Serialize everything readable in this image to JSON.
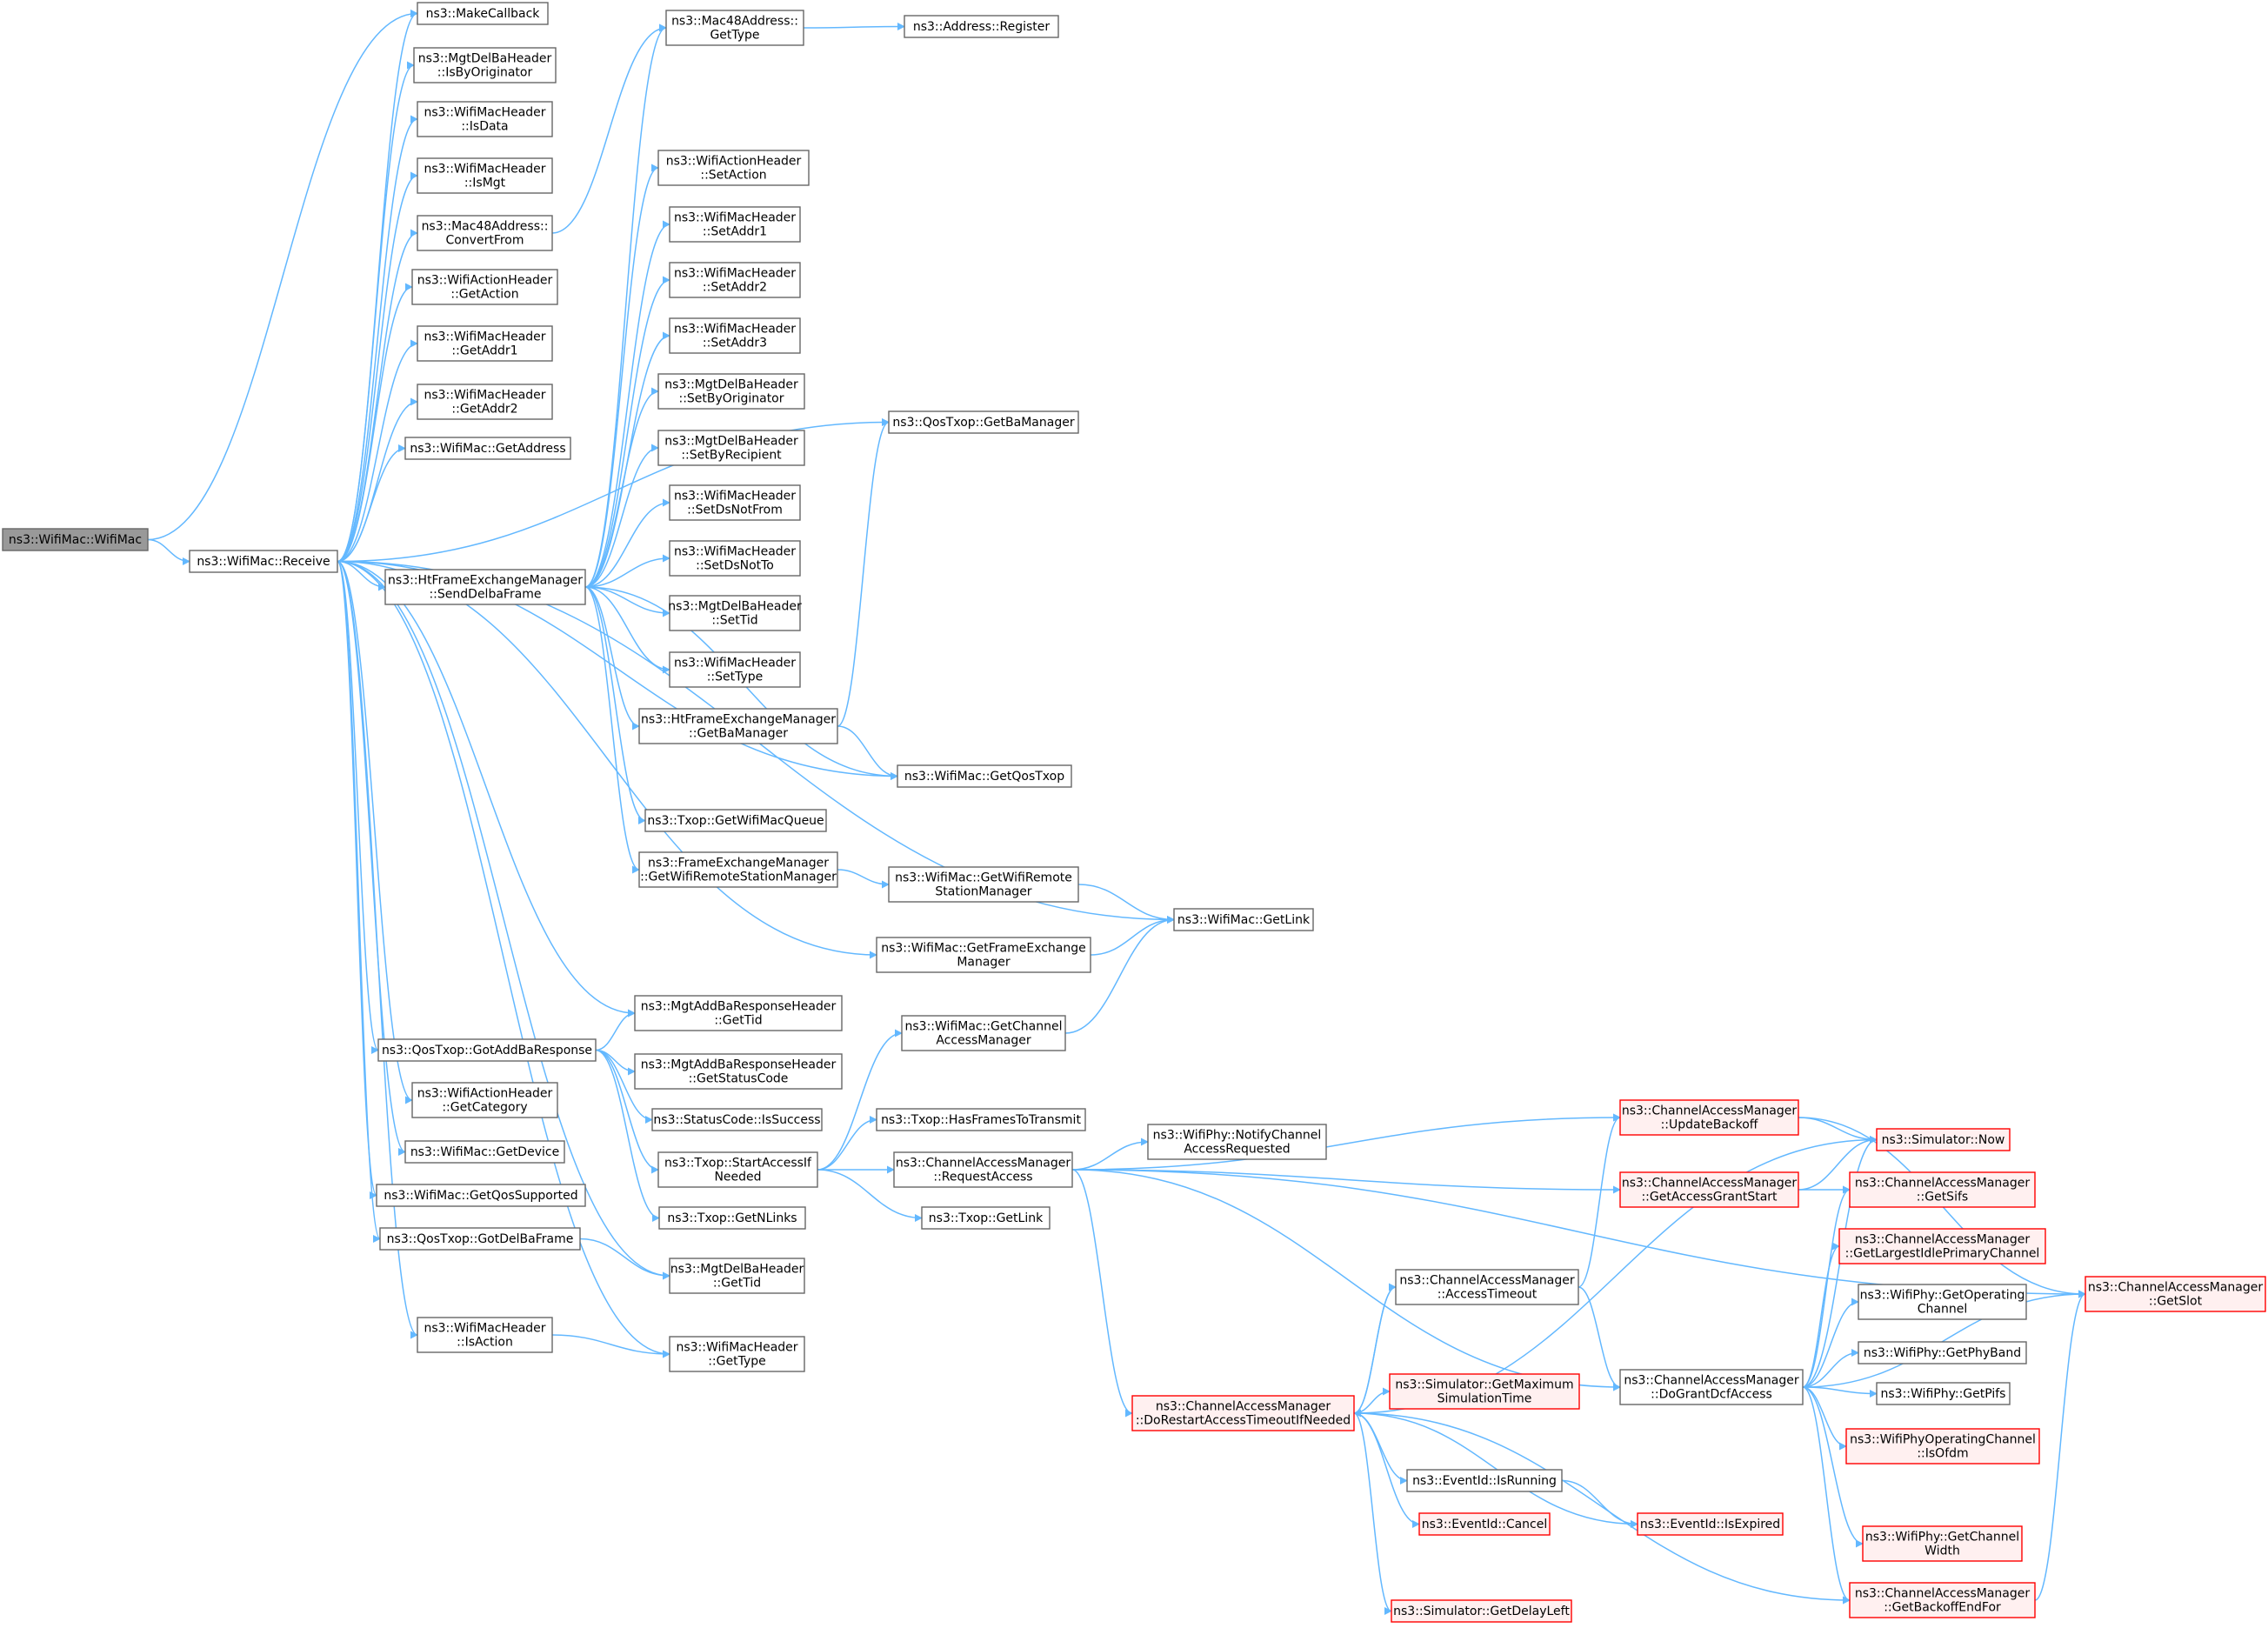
{
  "colors": {
    "edge": "#63b8ff",
    "node_border": "#666666",
    "node_fill": "#ffffff",
    "root_fill": "#999999",
    "root_border": "#666666",
    "truncated_border": "#ff0000",
    "truncated_fill": "#fff0f0",
    "text": "#000000"
  },
  "nodes": [
    {
      "id": "wifimac",
      "lines": [
        "ns3::WifiMac::WifiMac"
      ],
      "style": "root"
    },
    {
      "id": "receive",
      "lines": [
        "ns3::WifiMac::Receive"
      ],
      "style": "normal"
    },
    {
      "id": "makecallback",
      "lines": [
        "ns3::MakeCallback"
      ],
      "style": "normal"
    },
    {
      "id": "isbyoriginator",
      "lines": [
        "ns3::MgtDelBaHeader",
        "::IsByOriginator"
      ],
      "style": "normal"
    },
    {
      "id": "isdata",
      "lines": [
        "ns3::WifiMacHeader",
        "::IsData"
      ],
      "style": "normal"
    },
    {
      "id": "ismgt",
      "lines": [
        "ns3::WifiMacHeader",
        "::IsMgt"
      ],
      "style": "normal"
    },
    {
      "id": "convertfrom",
      "lines": [
        "ns3::Mac48Address::",
        "ConvertFrom"
      ],
      "style": "normal"
    },
    {
      "id": "getaction",
      "lines": [
        "ns3::WifiActionHeader",
        "::GetAction"
      ],
      "style": "normal"
    },
    {
      "id": "getaddr1",
      "lines": [
        "ns3::WifiMacHeader",
        "::GetAddr1"
      ],
      "style": "normal"
    },
    {
      "id": "getaddr2",
      "lines": [
        "ns3::WifiMacHeader",
        "::GetAddr2"
      ],
      "style": "normal"
    },
    {
      "id": "getaddress",
      "lines": [
        "ns3::WifiMac::GetAddress"
      ],
      "style": "normal"
    },
    {
      "id": "senddelba",
      "lines": [
        "ns3::HtFrameExchangeManager",
        "::SendDelbaFrame"
      ],
      "style": "normal"
    },
    {
      "id": "gotaddba",
      "lines": [
        "ns3::QosTxop::GotAddBaResponse"
      ],
      "style": "normal"
    },
    {
      "id": "getcategory",
      "lines": [
        "ns3::WifiActionHeader",
        "::GetCategory"
      ],
      "style": "normal"
    },
    {
      "id": "getdevice",
      "lines": [
        "ns3::WifiMac::GetDevice"
      ],
      "style": "normal"
    },
    {
      "id": "getqossupported",
      "lines": [
        "ns3::WifiMac::GetQosSupported"
      ],
      "style": "normal"
    },
    {
      "id": "gotdelba",
      "lines": [
        "ns3::QosTxop::GotDelBaFrame"
      ],
      "style": "normal"
    },
    {
      "id": "isaction",
      "lines": [
        "ns3::WifiMacHeader",
        "::IsAction"
      ],
      "style": "normal"
    },
    {
      "id": "mac48gettype",
      "lines": [
        "ns3::Mac48Address::",
        "GetType"
      ],
      "style": "normal"
    },
    {
      "id": "register",
      "lines": [
        "ns3::Address::Register"
      ],
      "style": "normal"
    },
    {
      "id": "setaction",
      "lines": [
        "ns3::WifiActionHeader",
        "::SetAction"
      ],
      "style": "normal"
    },
    {
      "id": "setaddr1",
      "lines": [
        "ns3::WifiMacHeader",
        "::SetAddr1"
      ],
      "style": "normal"
    },
    {
      "id": "setaddr2",
      "lines": [
        "ns3::WifiMacHeader",
        "::SetAddr2"
      ],
      "style": "normal"
    },
    {
      "id": "setaddr3",
      "lines": [
        "ns3::WifiMacHeader",
        "::SetAddr3"
      ],
      "style": "normal"
    },
    {
      "id": "setbyoriginator",
      "lines": [
        "ns3::MgtDelBaHeader",
        "::SetByOriginator"
      ],
      "style": "normal"
    },
    {
      "id": "setbyrecipient",
      "lines": [
        "ns3::MgtDelBaHeader",
        "::SetByRecipient"
      ],
      "style": "normal"
    },
    {
      "id": "setdsnotfrom",
      "lines": [
        "ns3::WifiMacHeader",
        "::SetDsNotFrom"
      ],
      "style": "normal"
    },
    {
      "id": "setdsnotto",
      "lines": [
        "ns3::WifiMacHeader",
        "::SetDsNotTo"
      ],
      "style": "normal"
    },
    {
      "id": "settid",
      "lines": [
        "ns3::MgtDelBaHeader",
        "::SetTid"
      ],
      "style": "normal"
    },
    {
      "id": "settype",
      "lines": [
        "ns3::WifiMacHeader",
        "::SetType"
      ],
      "style": "normal"
    },
    {
      "id": "htgetbamanager",
      "lines": [
        "ns3::HtFrameExchangeManager",
        "::GetBaManager"
      ],
      "style": "normal"
    },
    {
      "id": "getwifimacqueue",
      "lines": [
        "ns3::Txop::GetWifiMacQueue"
      ],
      "style": "normal"
    },
    {
      "id": "fegetwrsm",
      "lines": [
        "ns3::FrameExchangeManager",
        "::GetWifiRemoteStationManager"
      ],
      "style": "normal"
    },
    {
      "id": "addbagettid",
      "lines": [
        "ns3::MgtAddBaResponseHeader",
        "::GetTid"
      ],
      "style": "normal"
    },
    {
      "id": "getstatuscode",
      "lines": [
        "ns3::MgtAddBaResponseHeader",
        "::GetStatusCode"
      ],
      "style": "normal"
    },
    {
      "id": "issuccess",
      "lines": [
        "ns3::StatusCode::IsSuccess"
      ],
      "style": "normal"
    },
    {
      "id": "startaccess",
      "lines": [
        "ns3::Txop::StartAccessIf",
        "Needed"
      ],
      "style": "normal"
    },
    {
      "id": "getnlinks",
      "lines": [
        "ns3::Txop::GetNLinks"
      ],
      "style": "normal"
    },
    {
      "id": "delbagettid",
      "lines": [
        "ns3::MgtDelBaHeader",
        "::GetTid"
      ],
      "style": "normal"
    },
    {
      "id": "hdrgettype",
      "lines": [
        "ns3::WifiMacHeader",
        "::GetType"
      ],
      "style": "normal"
    },
    {
      "id": "qosgetbamanager",
      "lines": [
        "ns3::QosTxop::GetBaManager"
      ],
      "style": "normal"
    },
    {
      "id": "getqostxop",
      "lines": [
        "ns3::WifiMac::GetQosTxop"
      ],
      "style": "normal"
    },
    {
      "id": "macgetwrsm",
      "lines": [
        "ns3::WifiMac::GetWifiRemote",
        "StationManager"
      ],
      "style": "normal"
    },
    {
      "id": "getframeexch",
      "lines": [
        "ns3::WifiMac::GetFrameExchange",
        "Manager"
      ],
      "style": "normal"
    },
    {
      "id": "getchannelacc",
      "lines": [
        "ns3::WifiMac::GetChannel",
        "AccessManager"
      ],
      "style": "normal"
    },
    {
      "id": "hasframes",
      "lines": [
        "ns3::Txop::HasFramesToTransmit"
      ],
      "style": "normal"
    },
    {
      "id": "requestaccess",
      "lines": [
        "ns3::ChannelAccessManager",
        "::RequestAccess"
      ],
      "style": "normal"
    },
    {
      "id": "txopgetlink",
      "lines": [
        "ns3::Txop::GetLink"
      ],
      "style": "normal"
    },
    {
      "id": "macgetlink",
      "lines": [
        "ns3::WifiMac::GetLink"
      ],
      "style": "normal"
    },
    {
      "id": "notifychannel",
      "lines": [
        "ns3::WifiPhy::NotifyChannel",
        "AccessRequested"
      ],
      "style": "normal"
    },
    {
      "id": "updatebackoff",
      "lines": [
        "ns3::ChannelAccessManager",
        "::UpdateBackoff"
      ],
      "style": "truncated"
    },
    {
      "id": "getaccessgrant",
      "lines": [
        "ns3::ChannelAccessManager",
        "::GetAccessGrantStart"
      ],
      "style": "truncated"
    },
    {
      "id": "accesstimeout",
      "lines": [
        "ns3::ChannelAccessManager",
        "::AccessTimeout"
      ],
      "style": "normal"
    },
    {
      "id": "dorestart",
      "lines": [
        "ns3::ChannelAccessManager",
        "::DoRestartAccessTimeoutIfNeeded"
      ],
      "style": "truncated"
    },
    {
      "id": "getmaxsim",
      "lines": [
        "ns3::Simulator::GetMaximum",
        "SimulationTime"
      ],
      "style": "truncated"
    },
    {
      "id": "dograntdcf",
      "lines": [
        "ns3::ChannelAccessManager",
        "::DoGrantDcfAccess"
      ],
      "style": "normal"
    },
    {
      "id": "isrunning",
      "lines": [
        "ns3::EventId::IsRunning"
      ],
      "style": "normal"
    },
    {
      "id": "cancel",
      "lines": [
        "ns3::EventId::Cancel"
      ],
      "style": "truncated"
    },
    {
      "id": "isexpired",
      "lines": [
        "ns3::EventId::IsExpired"
      ],
      "style": "truncated"
    },
    {
      "id": "getdelayleft",
      "lines": [
        "ns3::Simulator::GetDelayLeft"
      ],
      "style": "truncated"
    },
    {
      "id": "now",
      "lines": [
        "ns3::Simulator::Now"
      ],
      "style": "truncated"
    },
    {
      "id": "getsifs",
      "lines": [
        "ns3::ChannelAccessManager",
        "::GetSifs"
      ],
      "style": "truncated"
    },
    {
      "id": "getlargestidle",
      "lines": [
        "ns3::ChannelAccessManager",
        "::GetLargestIdlePrimaryChannel"
      ],
      "style": "truncated"
    },
    {
      "id": "getoperating",
      "lines": [
        "ns3::WifiPhy::GetOperating",
        "Channel"
      ],
      "style": "normal"
    },
    {
      "id": "getphyband",
      "lines": [
        "ns3::WifiPhy::GetPhyBand"
      ],
      "style": "normal"
    },
    {
      "id": "getpifs",
      "lines": [
        "ns3::WifiPhy::GetPifs"
      ],
      "style": "normal"
    },
    {
      "id": "isofdm",
      "lines": [
        "ns3::WifiPhyOperatingChannel",
        "::IsOfdm"
      ],
      "style": "truncated"
    },
    {
      "id": "getchannelwidth",
      "lines": [
        "ns3::WifiPhy::GetChannel",
        "Width"
      ],
      "style": "truncated"
    },
    {
      "id": "getbackoffend",
      "lines": [
        "ns3::ChannelAccessManager",
        "::GetBackoffEndFor"
      ],
      "style": "truncated"
    },
    {
      "id": "getslot",
      "lines": [
        "ns3::ChannelAccessManager",
        "::GetSlot"
      ],
      "style": "truncated"
    }
  ],
  "edges": [
    [
      "wifimac",
      "receive"
    ],
    [
      "wifimac",
      "makecallback"
    ],
    [
      "receive",
      "makecallback"
    ],
    [
      "receive",
      "isbyoriginator"
    ],
    [
      "receive",
      "isdata"
    ],
    [
      "receive",
      "ismgt"
    ],
    [
      "receive",
      "convertfrom"
    ],
    [
      "receive",
      "getaction"
    ],
    [
      "receive",
      "getaddr1"
    ],
    [
      "receive",
      "getaddr2"
    ],
    [
      "receive",
      "getaddress"
    ],
    [
      "receive",
      "senddelba"
    ],
    [
      "receive",
      "gotaddba"
    ],
    [
      "receive",
      "getcategory"
    ],
    [
      "receive",
      "getdevice"
    ],
    [
      "receive",
      "getqossupported"
    ],
    [
      "receive",
      "gotdelba"
    ],
    [
      "receive",
      "isaction"
    ],
    [
      "receive",
      "addbagettid"
    ],
    [
      "receive",
      "delbagettid"
    ],
    [
      "receive",
      "hdrgettype"
    ],
    [
      "receive",
      "getqostxop"
    ],
    [
      "receive",
      "getframeexch"
    ],
    [
      "receive",
      "macgetlink"
    ],
    [
      "receive",
      "qosgetbamanager"
    ],
    [
      "convertfrom",
      "mac48gettype"
    ],
    [
      "mac48gettype",
      "register"
    ],
    [
      "senddelba",
      "setaction"
    ],
    [
      "senddelba",
      "setaddr1"
    ],
    [
      "senddelba",
      "setaddr2"
    ],
    [
      "senddelba",
      "setaddr3"
    ],
    [
      "senddelba",
      "setbyoriginator"
    ],
    [
      "senddelba",
      "setbyrecipient"
    ],
    [
      "senddelba",
      "setdsnotfrom"
    ],
    [
      "senddelba",
      "setdsnotto"
    ],
    [
      "senddelba",
      "settid"
    ],
    [
      "senddelba",
      "settype"
    ],
    [
      "senddelba",
      "htgetbamanager"
    ],
    [
      "senddelba",
      "getwifimacqueue"
    ],
    [
      "senddelba",
      "fegetwrsm"
    ],
    [
      "senddelba",
      "getqostxop"
    ],
    [
      "senddelba",
      "mac48gettype"
    ],
    [
      "htgetbamanager",
      "qosgetbamanager"
    ],
    [
      "htgetbamanager",
      "getqostxop"
    ],
    [
      "fegetwrsm",
      "macgetwrsm"
    ],
    [
      "macgetwrsm",
      "macgetlink"
    ],
    [
      "getframeexch",
      "macgetlink"
    ],
    [
      "getchannelacc",
      "macgetlink"
    ],
    [
      "gotaddba",
      "addbagettid"
    ],
    [
      "gotaddba",
      "getstatuscode"
    ],
    [
      "gotaddba",
      "issuccess"
    ],
    [
      "gotaddba",
      "startaccess"
    ],
    [
      "gotaddba",
      "getnlinks"
    ],
    [
      "startaccess",
      "getchannelacc"
    ],
    [
      "startaccess",
      "hasframes"
    ],
    [
      "startaccess",
      "requestaccess"
    ],
    [
      "startaccess",
      "txopgetlink"
    ],
    [
      "gotdelba",
      "delbagettid"
    ],
    [
      "isaction",
      "hdrgettype"
    ],
    [
      "requestaccess",
      "notifychannel"
    ],
    [
      "requestaccess",
      "updatebackoff"
    ],
    [
      "requestaccess",
      "getaccessgrant"
    ],
    [
      "requestaccess",
      "dorestart"
    ],
    [
      "requestaccess",
      "dograntdcf"
    ],
    [
      "requestaccess",
      "getslot"
    ],
    [
      "updatebackoff",
      "now"
    ],
    [
      "updatebackoff",
      "getslot"
    ],
    [
      "getaccessgrant",
      "now"
    ],
    [
      "getaccessgrant",
      "getsifs"
    ],
    [
      "accesstimeout",
      "updatebackoff"
    ],
    [
      "accesstimeout",
      "dograntdcf"
    ],
    [
      "accesstimeout",
      "dorestart"
    ],
    [
      "dorestart",
      "accesstimeout"
    ],
    [
      "dorestart",
      "getmaxsim"
    ],
    [
      "dorestart",
      "isrunning"
    ],
    [
      "dorestart",
      "cancel"
    ],
    [
      "dorestart",
      "isexpired"
    ],
    [
      "dorestart",
      "getdelayleft"
    ],
    [
      "dorestart",
      "now"
    ],
    [
      "dorestart",
      "getbackoffend"
    ],
    [
      "isrunning",
      "isexpired"
    ],
    [
      "dograntdcf",
      "now"
    ],
    [
      "dograntdcf",
      "getsifs"
    ],
    [
      "dograntdcf",
      "getlargestidle"
    ],
    [
      "dograntdcf",
      "getoperating"
    ],
    [
      "dograntdcf",
      "getphyband"
    ],
    [
      "dograntdcf",
      "getpifs"
    ],
    [
      "dograntdcf",
      "isofdm"
    ],
    [
      "dograntdcf",
      "getchannelwidth"
    ],
    [
      "dograntdcf",
      "getbackoffend"
    ],
    [
      "dograntdcf",
      "getslot"
    ],
    [
      "getbackoffend",
      "getslot"
    ]
  ]
}
